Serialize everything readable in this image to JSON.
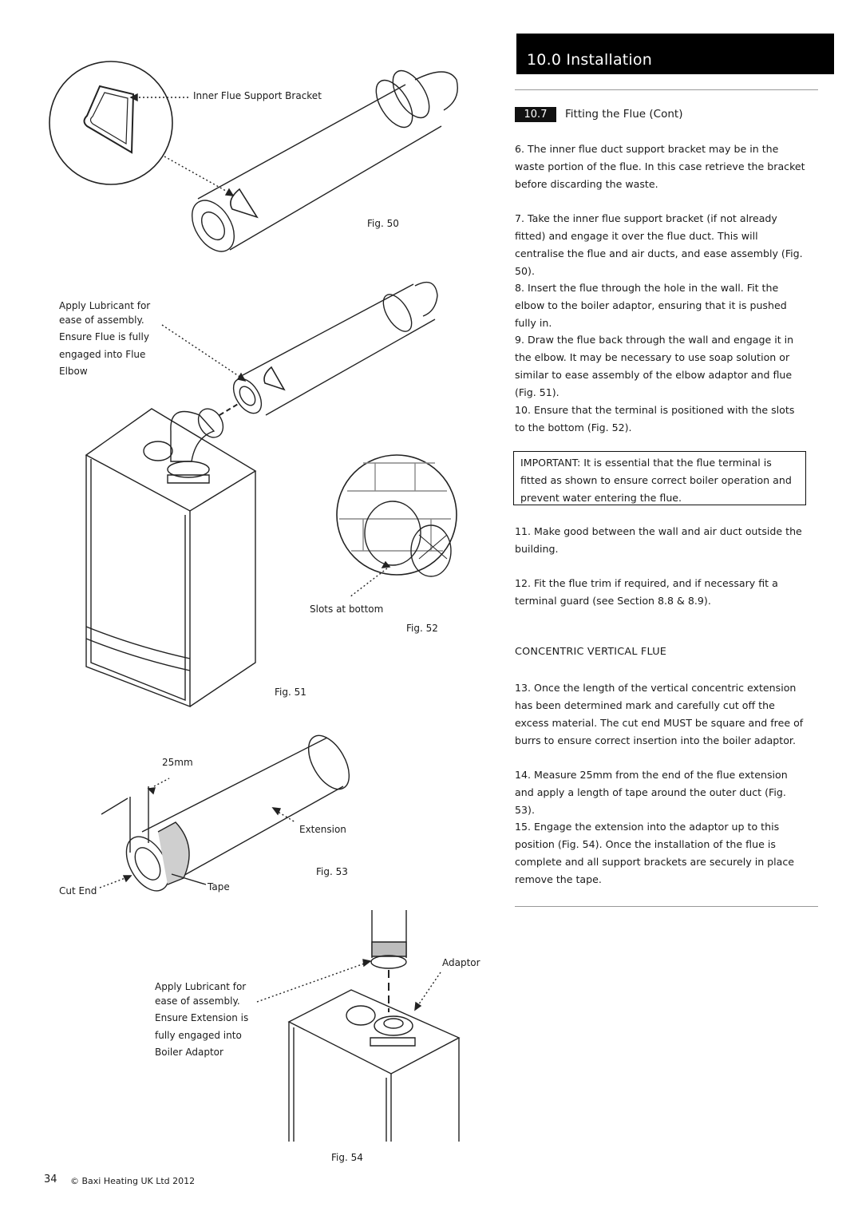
{
  "header": {
    "title": "10.0 Installation"
  },
  "section": {
    "number": "10.7",
    "title": "Fitting the Flue (Cont)"
  },
  "paragraphs": [
    "6. The inner flue duct support bracket may be in the waste portion of the flue. In this case retrieve the bracket before discarding the waste.",
    "7. Take the inner flue support bracket (if not already fitted) and engage it over the flue duct. This will centralise the flue and air ducts, and ease assembly (Fig. 50).",
    "8. Insert the flue through the hole in the wall. Fit the elbow to the boiler adaptor, ensuring that it is pushed fully in.",
    "9. Draw the flue back through the wall and engage it in the elbow. It may be necessary to use soap solution or similar to ease assembly of the elbow adaptor and flue (Fig. 51).",
    "10. Ensure that the terminal is positioned with the slots to the bottom (Fig. 52)."
  ],
  "important": {
    "label": "IMPORTANT:",
    "text": " It is essential that the flue terminal is fitted as shown to ensure correct boiler operation and prevent water entering the flue."
  },
  "paragraphs2": [
    "11. Make good between the wall and air duct outside the building.",
    "12. Fit the flue trim if required, and if necessary fit a terminal guard  (see Section 8.8 & 8.9)."
  ],
  "subheading": "CONCENTRIC VERTICAL FLUE",
  "paragraphs3": [
    "13. Once the length of the vertical concentric extension has been determined mark and carefully cut off the excess material. The cut end MUST be square and free of burrs to ensure correct insertion into the boiler adaptor.",
    "14. Measure 25mm from the end of the flue extension and apply a length of tape around the outer duct (Fig. 53).",
    "15. Engage the extension into the adaptor up to this position (Fig. 54). Once the installation of the flue is complete and all support brackets are securely in place remove the tape."
  ],
  "figures": {
    "fig50": {
      "label": "Fig. 50",
      "bracket_label": "Inner Flue Support Bracket"
    },
    "fig51": {
      "label": "Fig. 51",
      "lube_small": "Apply Lubricant for ease of assembly.",
      "lube_large": "Ensure Flue is fully engaged into Flue Elbow"
    },
    "fig52": {
      "label": "Fig. 52",
      "slots_label": "Slots at bottom"
    },
    "fig53": {
      "label": "Fig. 53",
      "dimension": "25mm",
      "extension": "Extension",
      "tape": "Tape",
      "cut_end": "Cut End"
    },
    "fig54": {
      "label": "Fig. 54",
      "adaptor": "Adaptor",
      "lube_small": "Apply Lubricant for ease of assembly.",
      "lube_large": "Ensure Extension is fully engaged into Boiler Adaptor"
    }
  },
  "footer": {
    "page": "34",
    "copyright": "© Baxi Heating UK Ltd 2012"
  }
}
